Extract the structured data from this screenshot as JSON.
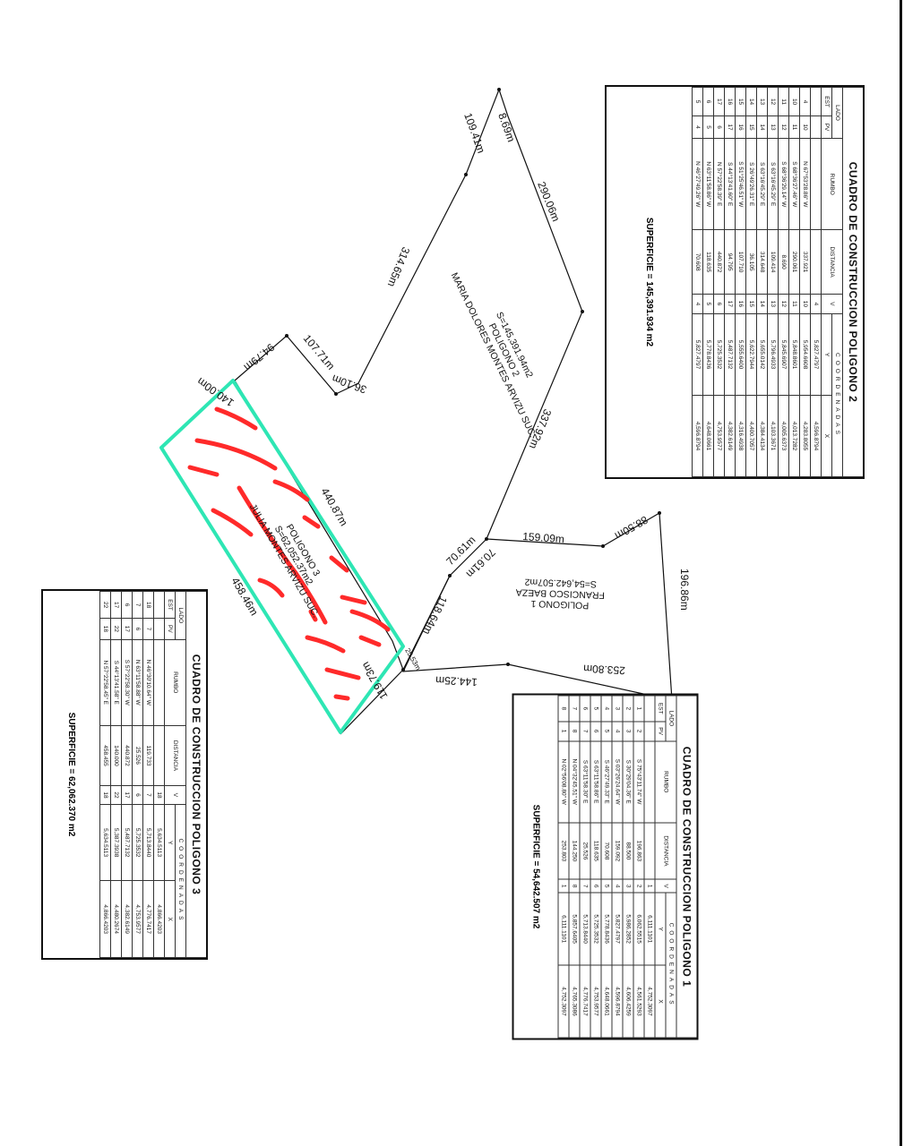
{
  "colors": {
    "boundary": "#111111",
    "highlight": "#2ee6b4",
    "hatch": "#ff2a2a"
  },
  "polygons": {
    "p2": {
      "title": "POLIGONO 2",
      "owner": "MARIA DOLORES MONTES ARVIZU SUC.",
      "area": "S=145,391.94m2"
    },
    "p1": {
      "title": "POLIGONO 1",
      "owner": "FRANCISCO BAEZA",
      "area": "S=54,642.507m2"
    },
    "p3": {
      "title": "POLIGONO 3",
      "owner": "JULIA MONTES ARVIZU SUC.",
      "area": "S=62,052.37m2"
    }
  },
  "edge_labels": {
    "e869": "8.69m",
    "e10941": "109.41m",
    "e29006": "290.06m",
    "e31465": "314.65m",
    "e10771": "107.71m",
    "e9479": "94.79m",
    "e3610": "36.10m",
    "e14000": "140.00m",
    "e44087": "440.87m",
    "e45846": "458.46m",
    "e11973": "119.73m",
    "e11864": "118.64m",
    "e7061a": "70.61m",
    "e7061b": "70.61m",
    "e15909": "159.09m",
    "e8850": "88.50m",
    "e19686": "196.86m",
    "e25380": "253.80m",
    "e14425": "144.25m",
    "e33792": "337.92m",
    "e2553": "25.53m"
  },
  "table_headers": {
    "lado": "LADO",
    "est": "EST",
    "pv": "PV",
    "rumbo": "RUMBO",
    "distancia": "DISTANCIA",
    "v": "V",
    "coordenadas": "COORDENADAS",
    "y": "Y",
    "x": "X"
  },
  "tables": {
    "t2": {
      "title": "CUADRO DE CONSTRUCCION POLIGONO 2",
      "first": {
        "v": "4",
        "y": "5,827.4797",
        "x": "4,596.8794"
      },
      "rows": [
        [
          "4",
          "10",
          "N 67°53'28.86\" W",
          "337.921",
          "10",
          "5,954.6608",
          "4,283.8055"
        ],
        [
          "10",
          "11",
          "S 68°36'27.46\" W",
          "290.061",
          "11",
          "5,848.8601",
          "4,013.7282"
        ],
        [
          "11",
          "12",
          "S 68°36'29.14\" W",
          "8.690",
          "12",
          "5,845.6907",
          "4,005.6373"
        ],
        [
          "12",
          "13",
          "S 63°16'45.29\" E",
          "109.414",
          "13",
          "5,796.4933",
          "4,103.3671"
        ],
        [
          "13",
          "14",
          "S 63°16'45.29\" E",
          "314.648",
          "14",
          "5,655.0142",
          "4,384.4134"
        ],
        [
          "14",
          "15",
          "S 26°49'26.31\" E",
          "36.105",
          "15",
          "5,622.7944",
          "4,400.7057"
        ],
        [
          "15",
          "16",
          "S 51°25'46.51\" W",
          "107.710",
          "16",
          "5,555.6400",
          "4,316.4938"
        ],
        [
          "16",
          "17",
          "S 44°13'41.60\" E",
          "94.795",
          "17",
          "5,487.7132",
          "4,382.6149"
        ],
        [
          "17",
          "6",
          "N 57°22'58.39\" E",
          "440.872",
          "6",
          "5,725.3532",
          "4,753.9577"
        ],
        [
          "6",
          "5",
          "N 63°11'58.86\" W",
          "118.635",
          "5",
          "5,778.8436",
          "4,648.0661"
        ],
        [
          "5",
          "4",
          "N 46°27'49.26\" W",
          "70.608",
          "4",
          "5,827.4797",
          "4,596.8794"
        ]
      ],
      "superficie": "SUPERFICIE = 145,391.934 m2"
    },
    "t1": {
      "title": "CUADRO DE CONSTRUCCION POLIGONO 1",
      "first": {
        "v": "1",
        "y": "6,111.1101",
        "x": "4,752.3097"
      },
      "rows": [
        [
          "1",
          "2",
          "S 75°43'11.74\" W",
          "196.863",
          "2",
          "6,062.5515",
          "4,561.5293"
        ],
        [
          "2",
          "3",
          "S 30°29'04.36\" E",
          "88.500",
          "3",
          "5,986.2852",
          "4,606.4259"
        ],
        [
          "3",
          "4",
          "S 03°26'24.64\" W",
          "159.092",
          "4",
          "5,827.4797",
          "4,596.8794"
        ],
        [
          "4",
          "5",
          "S 46°27'49.33\" E",
          "70.608",
          "5",
          "5,778.8436",
          "4,648.0661"
        ],
        [
          "5",
          "6",
          "S 63°11'58.86\" E",
          "118.635",
          "6",
          "5,725.3532",
          "4,753.9577"
        ],
        [
          "6",
          "7",
          "S 63°11'58.30\" E",
          "25.526",
          "7",
          "5,713.8440",
          "4,776.7417"
        ],
        [
          "7",
          "8",
          "N 04°32'45.51\" W",
          "144.250",
          "8",
          "5,857.6405",
          "4,765.3086"
        ],
        [
          "8",
          "1",
          "N 02°56'08.80\" W",
          "253.803",
          "1",
          "6,111.1101",
          "4,752.3097"
        ]
      ],
      "superficie": "SUPERFICIE = 54,642.507 m2"
    },
    "t3": {
      "title": "CUADRO DE CONSTRUCCION POLIGONO 3",
      "first": {
        "v": "18",
        "y": "5,634.5113",
        "x": "4,866.4203"
      },
      "rows": [
        [
          "18",
          "7",
          "N 46°30'10.64\" W",
          "119.733",
          "7",
          "5,713.8440",
          "4,776.7417"
        ],
        [
          "7",
          "6",
          "N 63°11'58.88\" W",
          "25.526",
          "6",
          "5,725.3532",
          "4,753.9577"
        ],
        [
          "6",
          "17",
          "S 57°22'58.30\" W",
          "440.872",
          "17",
          "5,487.7132",
          "4,382.6149"
        ],
        [
          "17",
          "22",
          "S 44°13'41.58\" E",
          "140.000",
          "22",
          "5,387.3938",
          "4,480.2674"
        ],
        [
          "22",
          "18",
          "N 57°22'58.45\" E",
          "458.455",
          "18",
          "5,634.5113",
          "4,866.4203"
        ]
      ],
      "superficie": "SUPERFICIE = 62,062.370 m2"
    }
  }
}
